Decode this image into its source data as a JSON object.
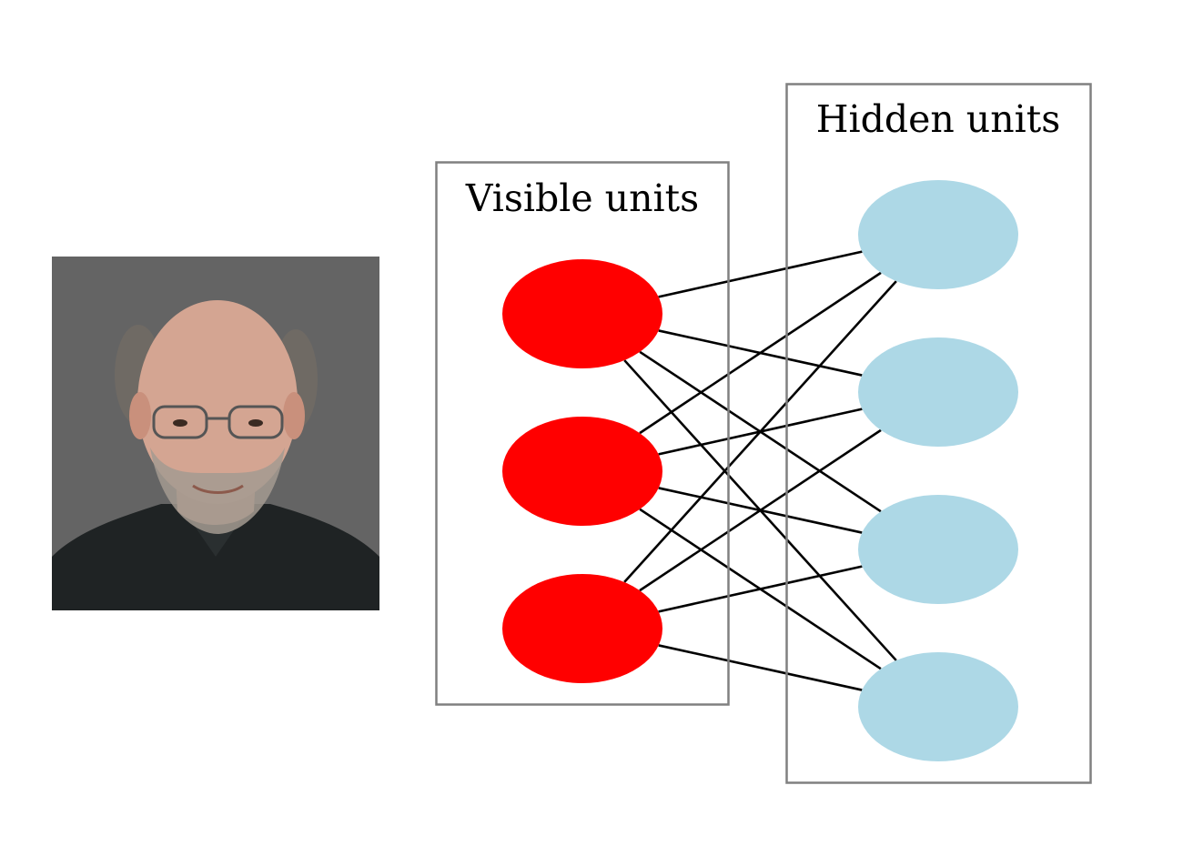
{
  "diagram": {
    "visible_group": {
      "label": "Visible units",
      "node_count": 3
    },
    "hidden_group": {
      "label": "Hidden units",
      "node_count": 4
    },
    "connectivity": "fully-connected bipartite (every visible unit to every hidden unit)"
  },
  "colors": {
    "visible_node": "#ff0000",
    "hidden_node": "#add8e6",
    "edge": "#000000",
    "group_border": "#808080",
    "photo_background": "#646464"
  },
  "photo": {
    "icon": "portrait-photo"
  }
}
